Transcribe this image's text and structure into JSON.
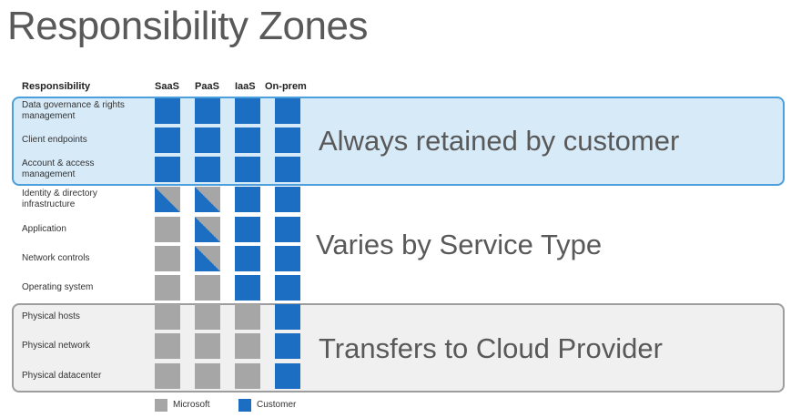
{
  "title": "Responsibility Zones",
  "headers": {
    "responsibility": "Responsibility",
    "columns": [
      "SaaS",
      "PaaS",
      "IaaS",
      "On-prem"
    ]
  },
  "zones": {
    "customer_label": "Always retained by customer",
    "varies_label": "Varies by Service Type",
    "provider_label": "Transfers to Cloud Provider"
  },
  "rows": [
    {
      "label": "Data governance & rights management",
      "cells": [
        "customer",
        "customer",
        "customer",
        "customer"
      ]
    },
    {
      "label": "Client endpoints",
      "cells": [
        "customer",
        "customer",
        "customer",
        "customer"
      ]
    },
    {
      "label": "Account & access management",
      "cells": [
        "customer",
        "customer",
        "customer",
        "customer"
      ]
    },
    {
      "label": "Identity & directory infrastructure",
      "cells": [
        "shared",
        "shared",
        "customer",
        "customer"
      ]
    },
    {
      "label": "Application",
      "cells": [
        "microsoft",
        "shared",
        "customer",
        "customer"
      ]
    },
    {
      "label": "Network controls",
      "cells": [
        "microsoft",
        "shared",
        "customer",
        "customer"
      ]
    },
    {
      "label": "Operating system",
      "cells": [
        "microsoft",
        "microsoft",
        "customer",
        "customer"
      ]
    },
    {
      "label": "Physical hosts",
      "cells": [
        "microsoft",
        "microsoft",
        "microsoft",
        "customer"
      ]
    },
    {
      "label": "Physical network",
      "cells": [
        "microsoft",
        "microsoft",
        "microsoft",
        "customer"
      ]
    },
    {
      "label": "Physical datacenter",
      "cells": [
        "microsoft",
        "microsoft",
        "microsoft",
        "customer"
      ]
    }
  ],
  "legend": {
    "microsoft": "Microsoft",
    "customer": "Customer"
  },
  "colors": {
    "microsoft": "#a6a6a6",
    "customer": "#1b6ec2",
    "customer_zone_fill": "#d7eaf8",
    "customer_zone_border": "#4a9fdc",
    "provider_zone_fill": "#f0f0f0",
    "provider_zone_border": "#9d9d9d"
  }
}
